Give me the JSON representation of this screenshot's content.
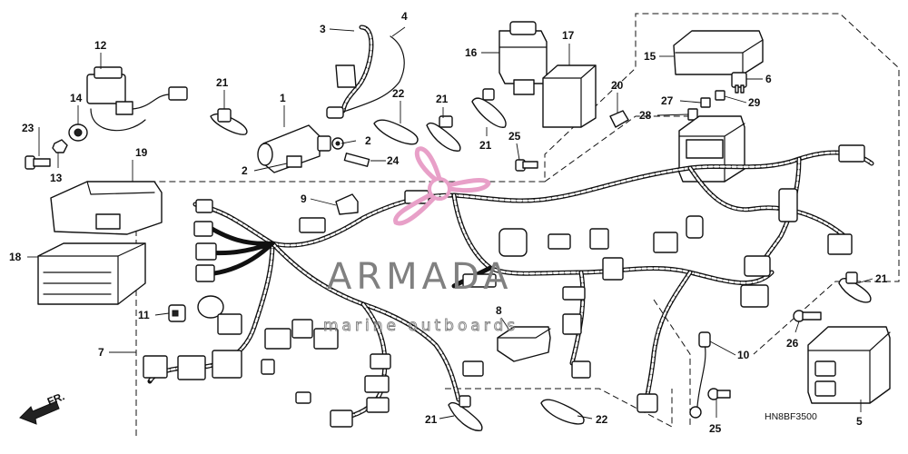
{
  "diagram": {
    "code": "HN8BF3500",
    "direction_label": "FR."
  },
  "watermark": {
    "name": "ARMADA",
    "tagline": "marine outboards",
    "color": "#e8a0c8"
  },
  "labels": {
    "p1": "1",
    "p2a": "2",
    "p2b": "2",
    "p3": "3",
    "p4": "4",
    "p5": "5",
    "p6": "6",
    "p7": "7",
    "p8": "8",
    "p9": "9",
    "p10": "10",
    "p11": "11",
    "p12": "12",
    "p13": "13",
    "p14": "14",
    "p15": "15",
    "p16": "16",
    "p17": "17",
    "p18": "18",
    "p19": "19",
    "p20": "20",
    "p21a": "21",
    "p21b": "21",
    "p21c": "21",
    "p21d": "21",
    "p21e": "21",
    "p22a": "22",
    "p22b": "22",
    "p23": "23",
    "p24": "24",
    "p25a": "25",
    "p25b": "25",
    "p26": "26",
    "p27": "27",
    "p28": "28",
    "p29": "29"
  }
}
